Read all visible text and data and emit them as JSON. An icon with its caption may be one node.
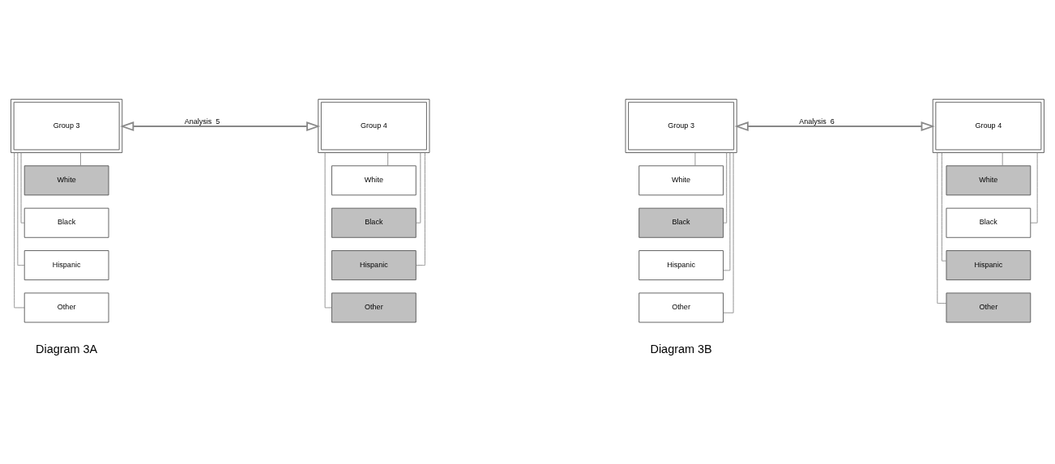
{
  "diagram": {
    "nodes": [
      {
        "text": [
          "Group 3"
        ]
      },
      {
        "text": [
          "Group 4"
        ]
      },
      {
        "text": [
          "White"
        ]
      },
      {
        "text": [
          "Black"
        ]
      },
      {
        "text": [
          "Hispanic"
        ]
      },
      {
        "text": [
          "Other"
        ]
      },
      {
        "text": [
          "White"
        ]
      },
      {
        "text": [
          "Black"
        ]
      },
      {
        "text": [
          "Hispanic"
        ]
      },
      {
        "text": [
          "Other"
        ]
      },
      {
        "text": [
          "Group 3"
        ]
      },
      {
        "text": [
          "Group 4"
        ]
      },
      {
        "text": [
          "White"
        ]
      },
      {
        "text": [
          "Black"
        ]
      },
      {
        "text": [
          "Hispanic"
        ]
      },
      {
        "text": [
          "Other"
        ]
      },
      {
        "text": [
          "White"
        ]
      },
      {
        "text": [
          "Black"
        ]
      },
      {
        "text": [
          "Hispanic"
        ]
      },
      {
        "text": [
          "Other"
        ]
      }
    ],
    "edges": [
      {
        "from": 0,
        "to": 1,
        "arrow": "both",
        "label": "Analysis  5"
      },
      {
        "from": 0,
        "to": 2,
        "arrow": "none"
      },
      {
        "from": 0,
        "to": 3,
        "arrow": "none"
      },
      {
        "from": 0,
        "to": 4,
        "arrow": "none"
      },
      {
        "from": 0,
        "to": 5,
        "arrow": "none"
      },
      {
        "from": 1,
        "to": 6,
        "arrow": "none"
      },
      {
        "from": 1,
        "to": 7,
        "arrow": "none"
      },
      {
        "from": 1,
        "to": 8,
        "arrow": "none"
      },
      {
        "from": 1,
        "to": 9,
        "arrow": "none"
      },
      {
        "from": 10,
        "to": 11,
        "arrow": "both",
        "label": "Analysis  6"
      },
      {
        "from": 10,
        "to": 12,
        "arrow": "none"
      },
      {
        "from": 10,
        "to": 13,
        "arrow": "none"
      },
      {
        "from": 10,
        "to": 14,
        "arrow": "none"
      },
      {
        "from": 10,
        "to": 15,
        "arrow": "none"
      },
      {
        "from": 11,
        "to": 16,
        "arrow": "none"
      },
      {
        "from": 11,
        "to": 17,
        "arrow": "none"
      },
      {
        "from": 11,
        "to": 18,
        "arrow": "none"
      },
      {
        "from": 11,
        "to": 19,
        "arrow": "none"
      }
    ],
    "labels": [
      "Diagram 3A",
      "Diagram 3B"
    ]
  }
}
